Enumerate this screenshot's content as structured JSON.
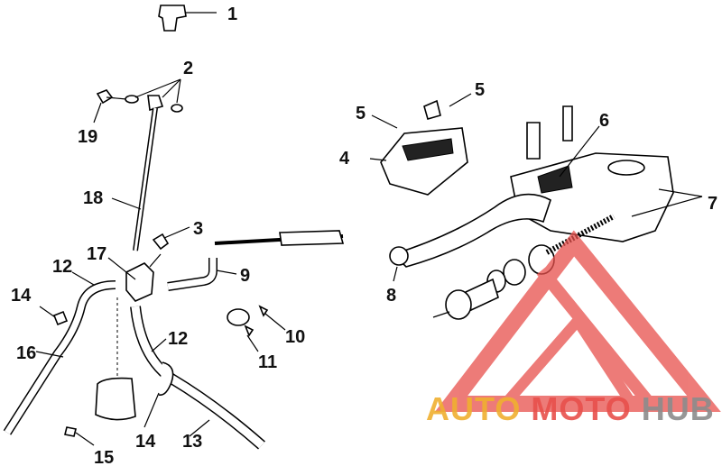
{
  "callouts": [
    "1",
    "2",
    "3",
    "4",
    "5",
    "5",
    "6",
    "7",
    "8",
    "9",
    "10",
    "11",
    "12",
    "12",
    "13",
    "14",
    "14",
    "15",
    "16",
    "17",
    "18",
    "19"
  ],
  "watermark": {
    "part1": "AUTO",
    "part2": "MOTO",
    "part3": "HUB",
    "color1": "#f0b030",
    "color2": "#e8504c",
    "color3": "#8c8c8c"
  }
}
